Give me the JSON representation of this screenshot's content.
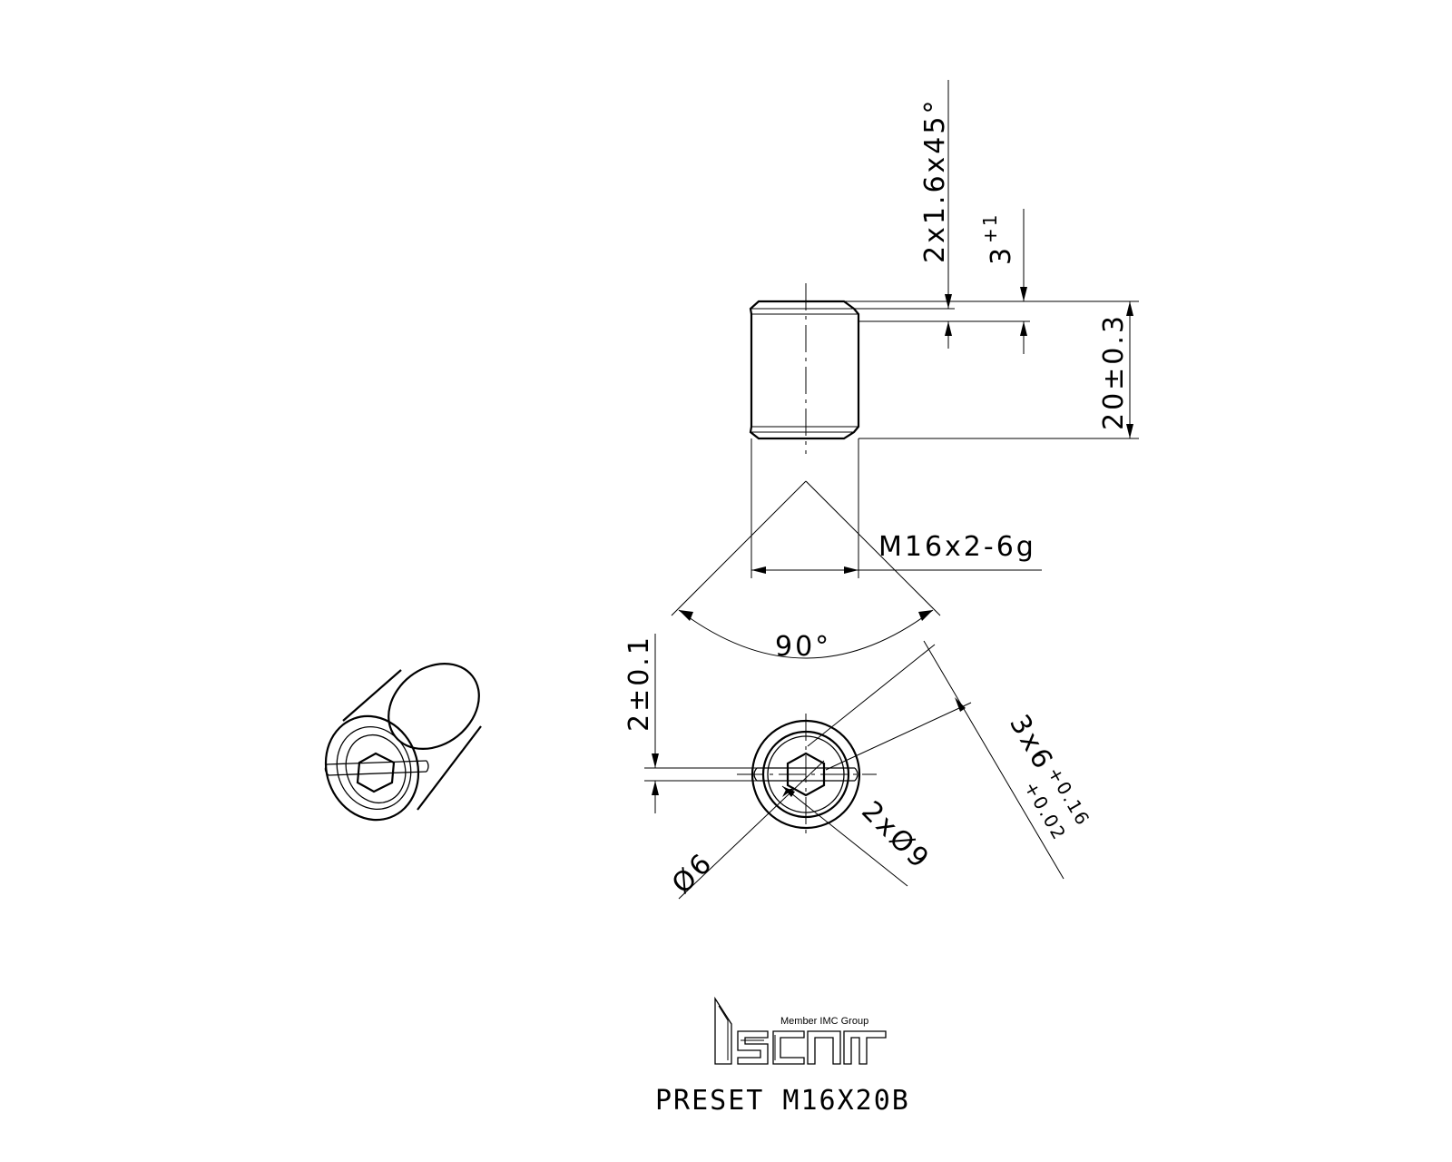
{
  "dimensions": {
    "chamfer": "2x1.6x45°",
    "depth_base": "3",
    "depth_tol": "+1",
    "length": "20±0.3",
    "thread": "M16x2-6g",
    "angle": "90°",
    "offset": "2±0.1",
    "slot_base": "3x6",
    "slot_tol_upper": "+0.16",
    "slot_tol_lower": "+0.02",
    "hole": "2xØ9",
    "hex": "Ø6"
  },
  "logo": {
    "tagline": "Member IMC Group",
    "brand": "iscar"
  },
  "part_number": "PRESET M16X20B"
}
